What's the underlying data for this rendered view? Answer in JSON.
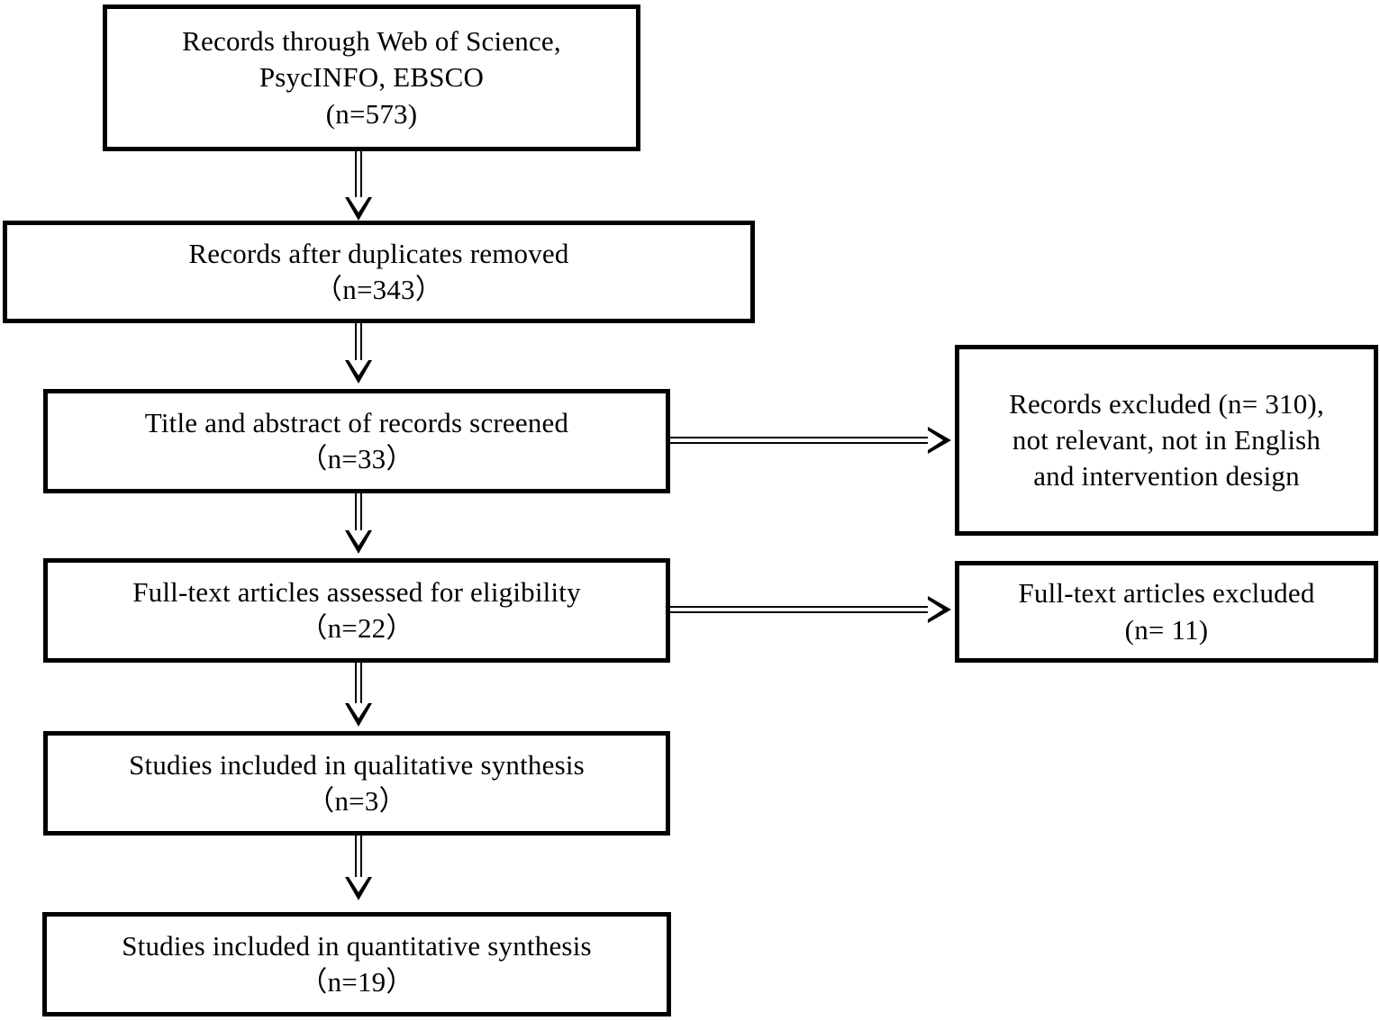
{
  "diagram": {
    "title": "PRISMA study selection flow diagram",
    "type": "flowchart",
    "colors": {
      "background": "#ffffff",
      "stroke": "#000000",
      "text": "#000000"
    },
    "nodes": [
      {
        "id": "records-identified",
        "text": "Records through Web of Science,\nPsycINFO, EBSCO\n(n=573)"
      },
      {
        "id": "records-after-duplicates",
        "text": "Records after duplicates removed\n（n=343）"
      },
      {
        "id": "records-screened",
        "text": "Title and abstract of records screened\n（n=33）"
      },
      {
        "id": "records-excluded",
        "text": "Records excluded (n= 310),\nnot relevant, not in English\nand intervention design"
      },
      {
        "id": "fulltext-assessed",
        "text": "Full-text articles assessed for eligibility\n（n=22）"
      },
      {
        "id": "fulltext-excluded",
        "text": "Full-text articles excluded\n(n= 11)"
      },
      {
        "id": "qualitative-synthesis",
        "text": "Studies included in qualitative synthesis\n（n=3）"
      },
      {
        "id": "quantitative-synthesis",
        "text": "Studies included in quantitative synthesis\n（n=19）"
      }
    ],
    "counts": {
      "records_identified": 573,
      "records_after_duplicates": 343,
      "records_screened": 33,
      "records_excluded": 310,
      "fulltext_assessed": 22,
      "fulltext_excluded": 11,
      "qualitative_synthesis": 3,
      "quantitative_synthesis": 19
    },
    "edges": [
      {
        "id": "edge-identified-to-duplicates",
        "from": "records-identified",
        "to": "records-after-duplicates",
        "direction": "down"
      },
      {
        "id": "edge-duplicates-to-screened",
        "from": "records-after-duplicates",
        "to": "records-screened",
        "direction": "down"
      },
      {
        "id": "edge-screened-to-excluded",
        "from": "records-screened",
        "to": "records-excluded",
        "direction": "right"
      },
      {
        "id": "edge-screened-to-fulltext",
        "from": "records-screened",
        "to": "fulltext-assessed",
        "direction": "down"
      },
      {
        "id": "edge-fulltext-to-excluded",
        "from": "fulltext-assessed",
        "to": "fulltext-excluded",
        "direction": "right"
      },
      {
        "id": "edge-fulltext-to-qualitative",
        "from": "fulltext-assessed",
        "to": "qualitative-synthesis",
        "direction": "down"
      },
      {
        "id": "edge-qualitative-to-quantitative",
        "from": "qualitative-synthesis",
        "to": "quantitative-synthesis",
        "direction": "down"
      }
    ]
  }
}
